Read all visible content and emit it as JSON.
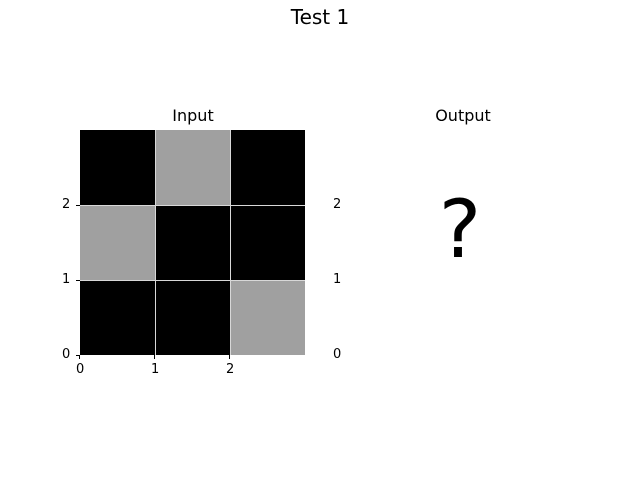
{
  "figure": {
    "title": "Test 1",
    "input_title": "Input",
    "output_title": "Output",
    "output_placeholder": "?"
  },
  "colors": {
    "black": "#000000",
    "gray": "#a0a0a0",
    "gridline": "#d8d8d8"
  },
  "input_grid": [
    [
      0,
      5,
      0
    ],
    [
      5,
      0,
      0
    ],
    [
      0,
      0,
      5
    ]
  ],
  "input_axis": {
    "x_ticks": [
      "0",
      "1",
      "2"
    ],
    "y_ticks": [
      "2",
      "1",
      "0"
    ]
  },
  "output_axis": {
    "y_ticks": [
      "2",
      "1",
      "0"
    ]
  }
}
